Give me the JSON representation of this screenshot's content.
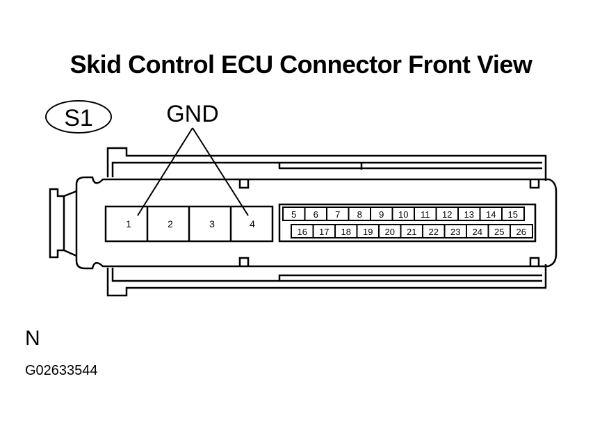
{
  "title": "Skid Control ECU Connector Front View",
  "connector_id": "S1",
  "callout_label": "GND",
  "large_pins": [
    "1",
    "2",
    "3",
    "4"
  ],
  "small_pins_top": [
    "5",
    "6",
    "7",
    "8",
    "9",
    "10",
    "11",
    "12",
    "13",
    "14",
    "15"
  ],
  "small_pins_bottom": [
    "16",
    "17",
    "18",
    "19",
    "20",
    "21",
    "22",
    "23",
    "24",
    "25",
    "26"
  ],
  "orientation_mark": "N",
  "figure_code": "G02633544"
}
